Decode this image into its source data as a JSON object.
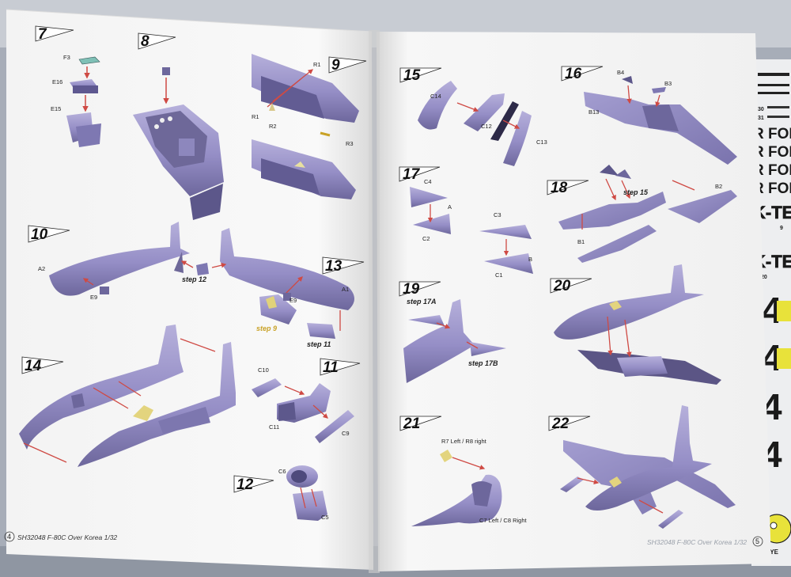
{
  "manual": {
    "left_steps": [
      "7",
      "8",
      "9",
      "10",
      "13",
      "14",
      "11",
      "12"
    ],
    "right_steps": [
      "15",
      "16",
      "17",
      "18",
      "19",
      "20",
      "21",
      "22"
    ],
    "labels": {
      "f3": "F3",
      "e16": "E16",
      "e15": "E15",
      "r1a": "R1",
      "r1b": "R1",
      "r2": "R2",
      "r3": "R3",
      "a2": "A2",
      "e9a": "E9",
      "e9b": "E9",
      "a1": "A1",
      "step12": "step 12",
      "step9": "step 9",
      "step11": "step 11",
      "c10": "C10",
      "c11": "C11",
      "c9": "C9",
      "c6": "C6",
      "c5": "C5",
      "c14": "C14",
      "c12": "C12",
      "c13": "C13",
      "b4": "B4",
      "b3": "B3",
      "b13": "B13",
      "c4": "C4",
      "a": "A",
      "c2": "C2",
      "c3": "C3",
      "b": "B",
      "c1": "C1",
      "step15": "step 15",
      "b2": "B2",
      "b1": "B1",
      "step17a": "step 17A",
      "step17b": "step 17B",
      "r7r8": "R7 Left / R8 right",
      "c7c8": "C7 Left / C8 Right"
    },
    "footer_left": "SH32048 F-80C Over Korea 1/32",
    "footer_right": "SH32048 F-80C Over Korea 1/32",
    "page_left": "4",
    "page_right": "5"
  },
  "decal_sheet": {
    "lines": [
      "R FOR",
      "R FOR",
      "R FOR",
      "R FOR"
    ],
    "kteam": [
      "K-TE",
      "K-TE"
    ],
    "digits": [
      "4",
      "4",
      "4",
      "4"
    ],
    "small": [
      "30",
      "31",
      "20",
      "9"
    ],
    "eye": "EYE"
  },
  "colors": {
    "part": "#9c95c9",
    "part_dark": "#6b6499",
    "arrow": "#cf4a44",
    "paper": "#f8f8f8",
    "decal_yellow": "#e8e23a"
  }
}
